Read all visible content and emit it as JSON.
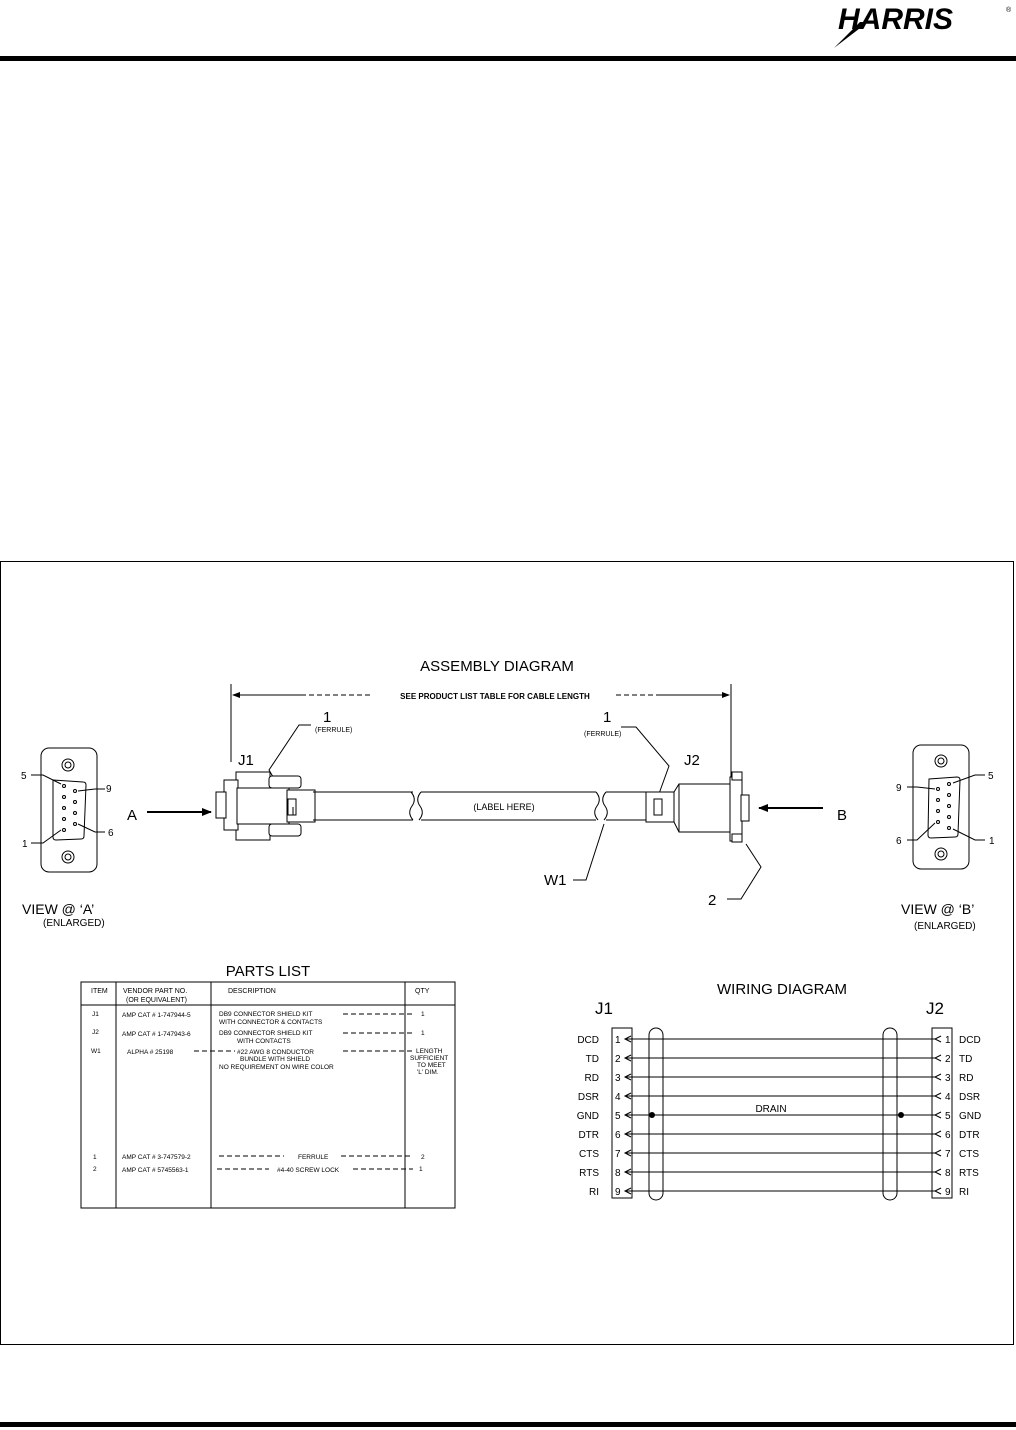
{
  "header": {
    "logo_text": "HARRIS",
    "registered_mark": "®"
  },
  "assembly": {
    "title": "ASSEMBLY DIAGRAM",
    "dimension_label": "SEE PRODUCT LIST TABLE FOR CABLE LENGTH",
    "ferrule_num_left": "1",
    "ferrule_label_left": "(FERRULE)",
    "ferrule_num_right": "1",
    "ferrule_label_right": "(FERRULE)",
    "j1": "J1",
    "j2": "J2",
    "cable_label": "(LABEL HERE)",
    "w1": "W1",
    "callout_2": "2",
    "arrow_a": "A",
    "arrow_b": "B",
    "view_a": {
      "title": "VIEW @ ‘A’",
      "sub": "(ENLARGED)",
      "pin5": "5",
      "pin9": "9",
      "pin1": "1",
      "pin6": "6"
    },
    "view_b": {
      "title": "VIEW @ ‘B’",
      "sub": "(ENLARGED)",
      "pin9": "9",
      "pin5": "5",
      "pin6": "6",
      "pin1": "1"
    }
  },
  "parts_list": {
    "title": "PARTS LIST",
    "headers": {
      "item": "ITEM",
      "vendor": "VENDOR PART NO.",
      "vendor2": "(OR EQUIVALENT)",
      "description": "DESCRIPTION",
      "qty": "QTY"
    },
    "rows": [
      {
        "item": "J1",
        "vendor": "AMP CAT # 1-747944-5",
        "desc1": "DB9 CONNECTOR SHIELD KIT",
        "desc2": "WITH CONNECTOR & CONTACTS",
        "desc3": "",
        "qty1": "1",
        "qty2": "",
        "qty3": "",
        "qty4": ""
      },
      {
        "item": "J2",
        "vendor": "AMP CAT # 1-747943-6",
        "desc1": "DB9 CONNECTOR SHIELD KIT",
        "desc2": "WITH CONTACTS",
        "desc3": "",
        "qty1": "1",
        "qty2": "",
        "qty3": "",
        "qty4": ""
      },
      {
        "item": "W1",
        "vendor": "ALPHA # 25198",
        "desc1": "#22 AWG 8 CONDUCTOR",
        "desc2": "BUNDLE WITH SHIELD",
        "desc3": "NO REQUIREMENT ON WIRE COLOR",
        "qty1": "LENGTH",
        "qty2": "SUFFICIENT",
        "qty3": "TO MEET",
        "qty4": "'L' DIM."
      },
      {
        "item": "1",
        "vendor": "AMP CAT # 3-747579-2",
        "desc1": "FERRULE",
        "desc2": "",
        "desc3": "",
        "qty1": "2",
        "qty2": "",
        "qty3": "",
        "qty4": ""
      },
      {
        "item": "2",
        "vendor": "AMP CAT # 5745563-1",
        "desc1": "#4-40 SCREW LOCK",
        "desc2": "",
        "desc3": "",
        "qty1": "1",
        "qty2": "",
        "qty3": "",
        "qty4": ""
      }
    ]
  },
  "wiring": {
    "title": "WIRING DIAGRAM",
    "j1": "J1",
    "j2": "J2",
    "drain": "DRAIN",
    "signals": [
      {
        "pin": "1",
        "name": "DCD"
      },
      {
        "pin": "2",
        "name": "TD"
      },
      {
        "pin": "3",
        "name": "RD"
      },
      {
        "pin": "4",
        "name": "DSR"
      },
      {
        "pin": "5",
        "name": "GND"
      },
      {
        "pin": "6",
        "name": "DTR"
      },
      {
        "pin": "7",
        "name": "CTS"
      },
      {
        "pin": "8",
        "name": "RTS"
      },
      {
        "pin": "9",
        "name": "RI"
      }
    ]
  }
}
